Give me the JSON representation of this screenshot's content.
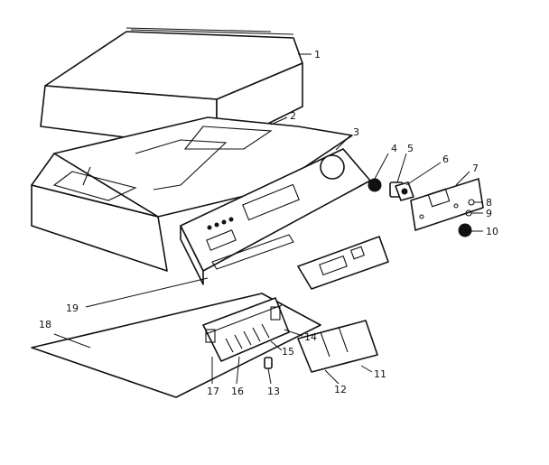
{
  "callouts": [
    {
      "label": "1"
    },
    {
      "label": "2"
    },
    {
      "label": "3"
    },
    {
      "label": "4"
    },
    {
      "label": "5"
    },
    {
      "label": "6"
    },
    {
      "label": "7"
    },
    {
      "label": "8"
    },
    {
      "label": "9"
    },
    {
      "label": "10"
    },
    {
      "label": "11"
    },
    {
      "label": "12"
    },
    {
      "label": "13"
    },
    {
      "label": "14"
    },
    {
      "label": "15"
    },
    {
      "label": "16"
    },
    {
      "label": "17"
    },
    {
      "label": "18"
    },
    {
      "label": "19"
    }
  ],
  "colors": {
    "ink": "#111111",
    "paper": "#ffffff"
  }
}
